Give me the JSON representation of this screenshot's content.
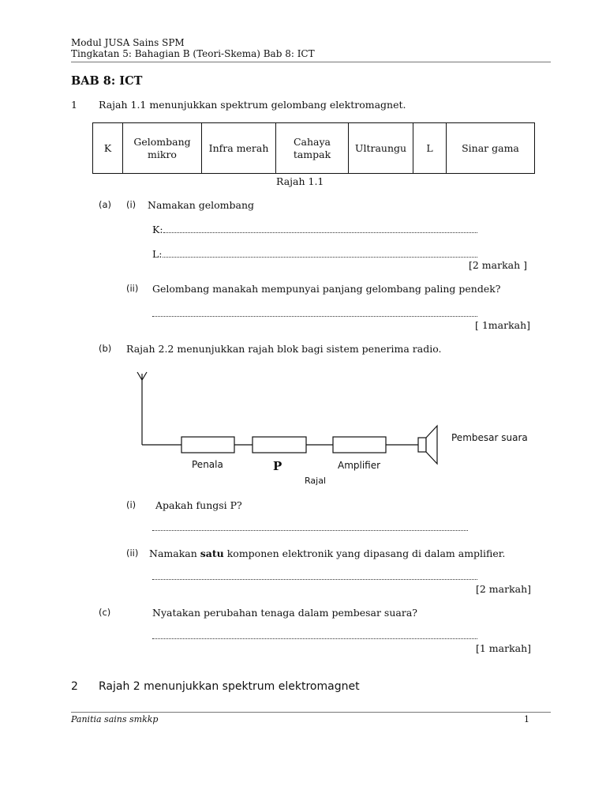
{
  "header": {
    "line1": "Modul JUSA Sains SPM",
    "line2": "Tingkatan 5: Bahagian  B (Teori-Skema) Bab 8: ICT"
  },
  "chapter_title": "BAB 8: ICT",
  "q1": {
    "number": "1",
    "intro": "Rajah 1.1 menunjukkan spektrum gelombang elektromagnet.",
    "spectrum_cells": [
      "K",
      "Gelombang mikro",
      "Infra merah",
      "Cahaya tampak",
      "Ultraungu",
      "L",
      "Sinar gama"
    ],
    "figure_caption": "Rajah 1.1",
    "a": {
      "label": "(a)",
      "i_label": "(i)",
      "i_text": "Namakan gelombang",
      "k_prefix": "K:",
      "l_prefix": "L:",
      "i_marks": "[2 markah ]",
      "ii_label": "(ii)",
      "ii_text": "Gelombang manakah mempunyai panjang gelombang paling pendek?",
      "ii_marks": "[ 1markah]"
    },
    "b": {
      "label": "(b)",
      "text": "Rajah 2.2 menunjukkan rajah blok bagi sistem penerima radio.",
      "diagram": {
        "penala": "Penala",
        "p": "P",
        "amplifier": "Amplifier",
        "speaker": "Pembesar suara",
        "caption": "Rajal"
      },
      "i_label": "(i)",
      "i_text": "Apakah fungsi P?",
      "ii_label": "(ii)",
      "ii_text_before": "Namakan ",
      "ii_text_bold": "satu",
      "ii_text_after": " komponen elektronik yang dipasang di dalam amplifier.",
      "marks": "[2 markah]"
    },
    "c": {
      "label": "(c)",
      "text": "Nyatakan perubahan tenaga dalam pembesar suara?",
      "marks": "[1 markah]"
    }
  },
  "q2": {
    "number": "2",
    "text": "Rajah 2 menunjukkan spektrum  elektromagnet"
  },
  "footer": {
    "left": "Panitia sains smkkp",
    "page": "1"
  }
}
